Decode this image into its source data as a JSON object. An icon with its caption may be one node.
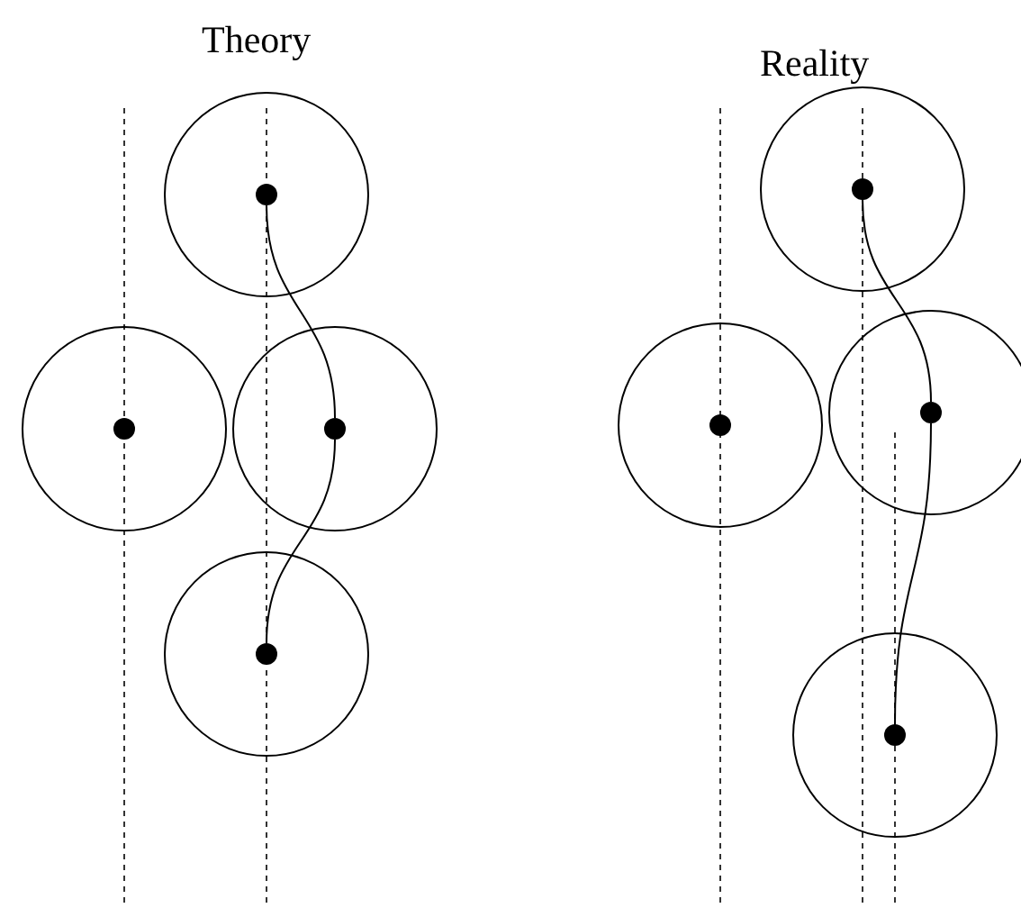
{
  "diagram": {
    "nodes": [
      {
        "text": [],
        "shape": "circle"
      },
      {
        "text": [],
        "shape": "dot",
        "in": 0
      },
      {
        "text": [],
        "shape": "circle"
      },
      {
        "text": [],
        "shape": "dot",
        "in": 2
      },
      {
        "text": [],
        "shape": "circle"
      },
      {
        "text": [],
        "shape": "dot",
        "in": 4
      },
      {
        "text": [],
        "shape": "circle"
      },
      {
        "text": [],
        "shape": "dot",
        "in": 6
      },
      {
        "text": [],
        "shape": "circle"
      },
      {
        "text": [],
        "shape": "dot",
        "in": 8
      },
      {
        "text": [],
        "shape": "circle"
      },
      {
        "text": [],
        "shape": "dot",
        "in": 10
      },
      {
        "text": [],
        "shape": "circle"
      },
      {
        "text": [],
        "shape": "dot",
        "in": 12
      },
      {
        "text": [],
        "shape": "circle"
      },
      {
        "text": [],
        "shape": "dot",
        "in": 14
      }
    ],
    "edges": [
      {
        "from": 1,
        "to": 5,
        "arrow": "none"
      },
      {
        "from": 5,
        "to": 7,
        "arrow": "none"
      },
      {
        "from": 9,
        "to": 13,
        "arrow": "none"
      },
      {
        "from": 13,
        "to": 15,
        "arrow": "none"
      }
    ],
    "labels": [
      "Theory",
      "Reality"
    ]
  }
}
